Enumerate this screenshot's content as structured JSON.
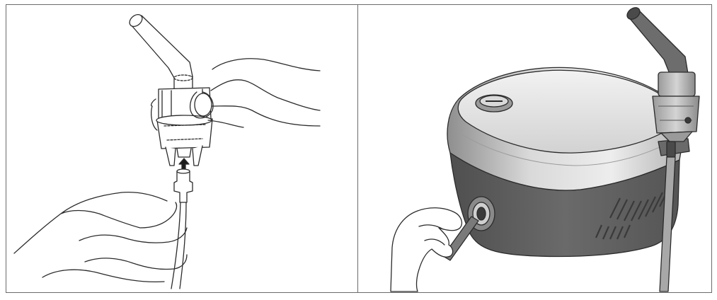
{
  "panels": [
    {
      "id": "left",
      "subject": "nebulizer-cup-and-tubing"
    },
    {
      "id": "right",
      "subject": "compressor-unit-with-nebulizer"
    }
  ],
  "colors": {
    "outline": "#2b2b2b",
    "panel_border": "#6b6b6b",
    "device_body_light": "#e9e9e9",
    "device_body_mid": "#bdbdbd",
    "device_body_dark": "#5f5f5f",
    "mouthpiece_gray": "#6d6d6d",
    "arrow": "#1a1a1a"
  }
}
